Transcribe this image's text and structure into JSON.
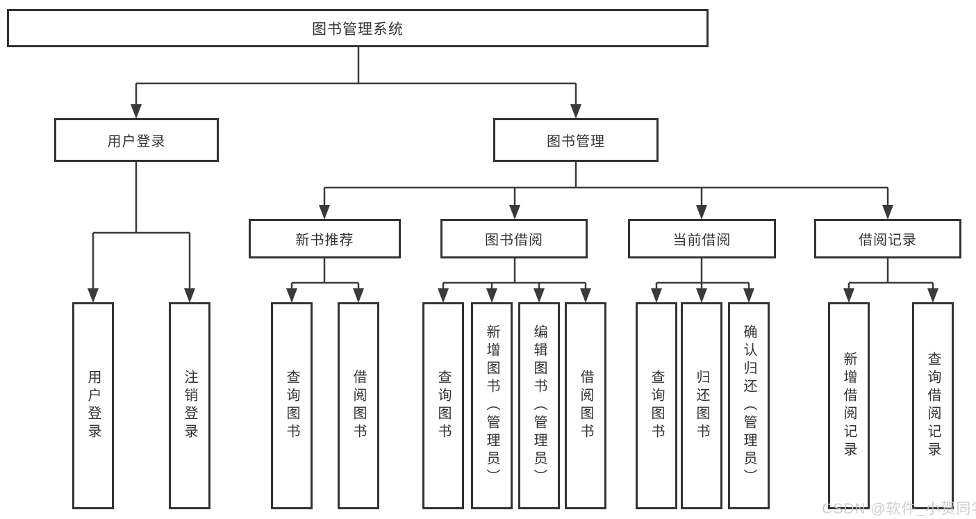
{
  "diagram": {
    "root": {
      "label": "图书管理系统"
    },
    "level2": [
      {
        "label": "用户登录",
        "children": [
          {
            "label": "用户登录"
          },
          {
            "label": "注销登录"
          }
        ]
      },
      {
        "label": "图书管理",
        "children": [
          {
            "label": "新书推荐",
            "children": [
              {
                "label": "查询图书"
              },
              {
                "label": "借阅图书"
              }
            ]
          },
          {
            "label": "图书借阅",
            "children": [
              {
                "label": "查询图书"
              },
              {
                "label": "新增图书（管理员）"
              },
              {
                "label": "编辑图书（管理员）"
              },
              {
                "label": "借阅图书"
              }
            ]
          },
          {
            "label": "当前借阅",
            "children": [
              {
                "label": "查询图书"
              },
              {
                "label": "归还图书"
              },
              {
                "label": "确认归还（管理员）"
              }
            ]
          },
          {
            "label": "借阅记录",
            "children": [
              {
                "label": "新增借阅记录"
              },
              {
                "label": "查询借阅记录"
              }
            ]
          }
        ]
      }
    ]
  },
  "watermark": {
    "text": "CSDN @软件_小贺同学"
  },
  "colors": {
    "background": "#ffffff",
    "box_border": "#333333",
    "connector_line": "#3a3a3a",
    "text": "#333333",
    "watermark_text": "#c9c9c9"
  }
}
